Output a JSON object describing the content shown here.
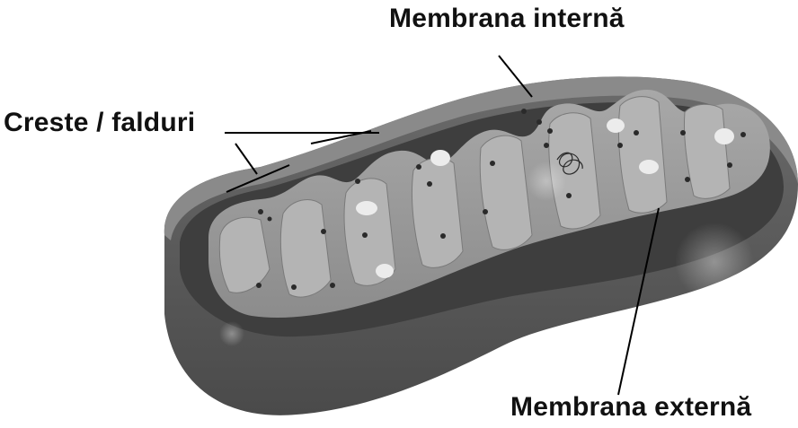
{
  "labels": {
    "inner_membrane": "Membrana internă",
    "cristae": "Creste / falduri",
    "outer_membrane": "Membrana externă"
  },
  "colors": {
    "background": "#ffffff",
    "outer_shell": "#5a5a5a",
    "outer_rim": "#8a8a8a",
    "intermembrane_space": "#3e3e3e",
    "matrix": "#9a9a9a",
    "matrix_front": "#b0b0b0",
    "granule_dark": "#2a2a2a",
    "granule_light": "#e8e8e8",
    "leader_line": "#000000"
  }
}
